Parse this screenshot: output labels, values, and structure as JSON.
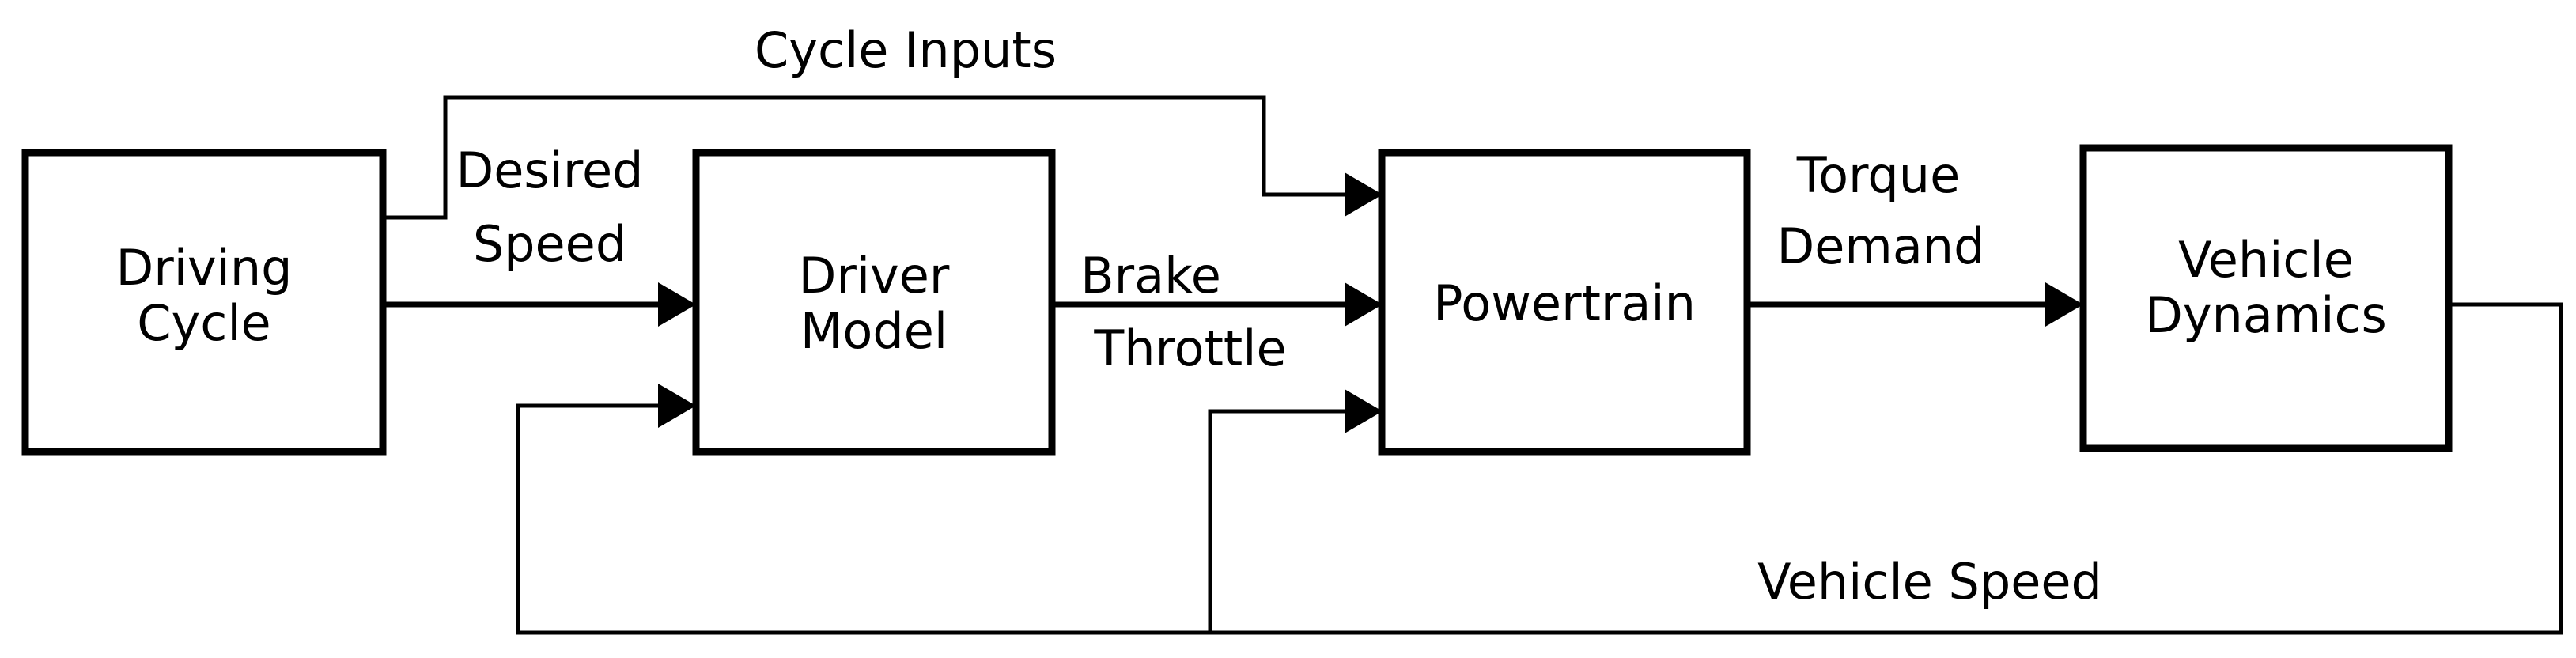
{
  "blocks": {
    "driving_cycle": [
      "Driving",
      "Cycle"
    ],
    "driver_model": [
      "Driver",
      "Model"
    ],
    "powertrain": [
      "Powertrain"
    ],
    "vehicle_dynamics": [
      "Vehicle",
      "Dynamics"
    ]
  },
  "signals": {
    "cycle_inputs": "Cycle Inputs",
    "desired_speed": [
      "Desired",
      "Speed"
    ],
    "brake_throttle": [
      "Brake",
      "Throttle"
    ],
    "torque_demand": [
      "Torque",
      "Demand"
    ],
    "vehicle_speed": "Vehicle Speed"
  },
  "colors": {
    "stroke": "#000000",
    "background": "#ffffff"
  }
}
